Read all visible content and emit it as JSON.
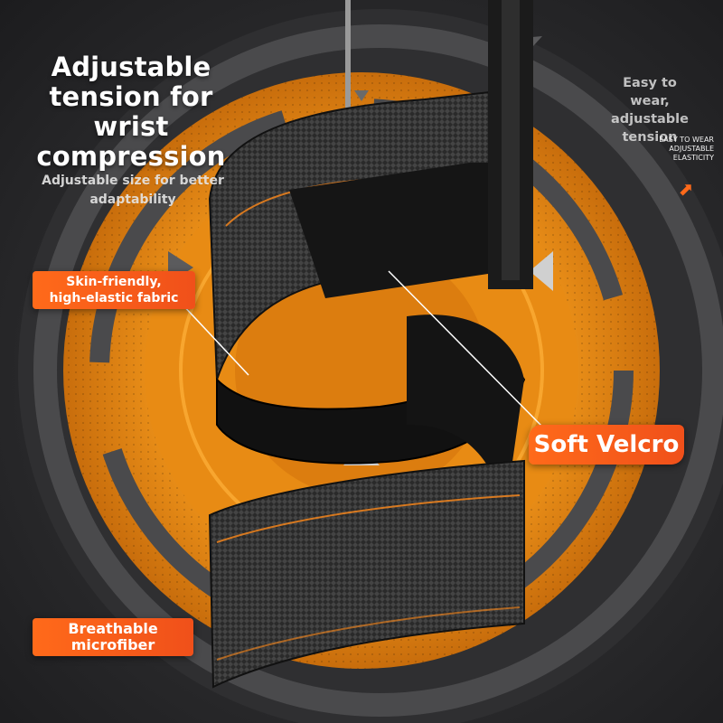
{
  "headline": {
    "lines": [
      "Adjustable",
      "tension for wrist",
      "compression"
    ]
  },
  "sub_caption": {
    "lines": [
      "Adjustable size for better",
      "adaptability"
    ]
  },
  "side_caption": {
    "lines": [
      "Easy to",
      "wear,",
      "adjustable",
      "tension"
    ]
  },
  "side_mini": {
    "lines": [
      "EASY TO WEAR",
      "ADJUSTABLE",
      "ELASTICITY"
    ]
  },
  "callouts": {
    "skin": {
      "lines": [
        "Skin-friendly,",
        "high-elastic fabric"
      ]
    },
    "velcro": "Soft Velcro",
    "breathable": {
      "lines": [
        "Breathable",
        "microfiber"
      ]
    }
  },
  "colors": {
    "accent_orange": "#ff6a1a",
    "ring_orange": "#f59a1c",
    "dark_gray": "#2b2b2d",
    "strap_black": "#161616"
  },
  "icons": {
    "corner_arrow": "up-right-arrow-icon"
  }
}
